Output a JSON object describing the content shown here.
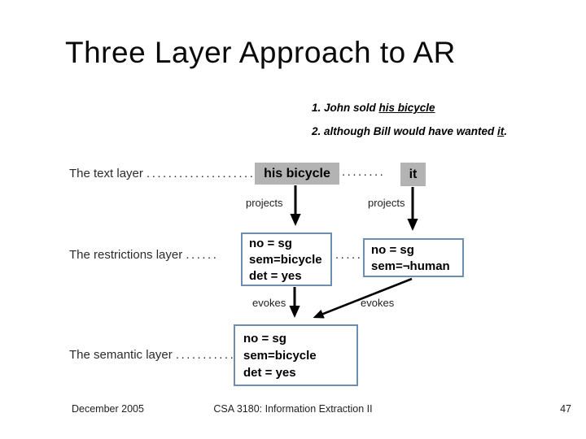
{
  "slide": {
    "title": "Three Layer Approach to AR",
    "examples": [
      {
        "pre": "1. John sold ",
        "underlined": "his bicycle",
        "post": ""
      },
      {
        "pre": "2. although Bill would have wanted ",
        "underlined": "it",
        "post": "."
      }
    ],
    "text_layer": {
      "label": "The text layer ",
      "leader_dots": "..........................",
      "bicycle_box": "his bicycle",
      "dots_after_box": "........",
      "it_box": "it"
    },
    "projects_label": "projects",
    "evokes_label": "evokes",
    "restrictions_layer": {
      "label": "The restrictions layer ",
      "leader_dots": "......",
      "bicycle_box": {
        "lines": [
          "no = sg",
          "sem=bicycle",
          "det = yes"
        ]
      },
      "dots_between": ".....",
      "it_box": {
        "lines": [
          "no = sg",
          "sem=¬human"
        ]
      }
    },
    "semantic_layer": {
      "label": "The semantic layer ",
      "leader_dots": ".............",
      "box": {
        "lines": [
          "no = sg",
          "sem=bicycle",
          "det = yes"
        ]
      }
    },
    "footer": {
      "date": "December 2005",
      "course": "CSA 3180: Information Extraction II",
      "page_number": "47"
    },
    "colors": {
      "highlight_gray": "#b3b3b3",
      "box_border": "#6d8eb0"
    }
  }
}
